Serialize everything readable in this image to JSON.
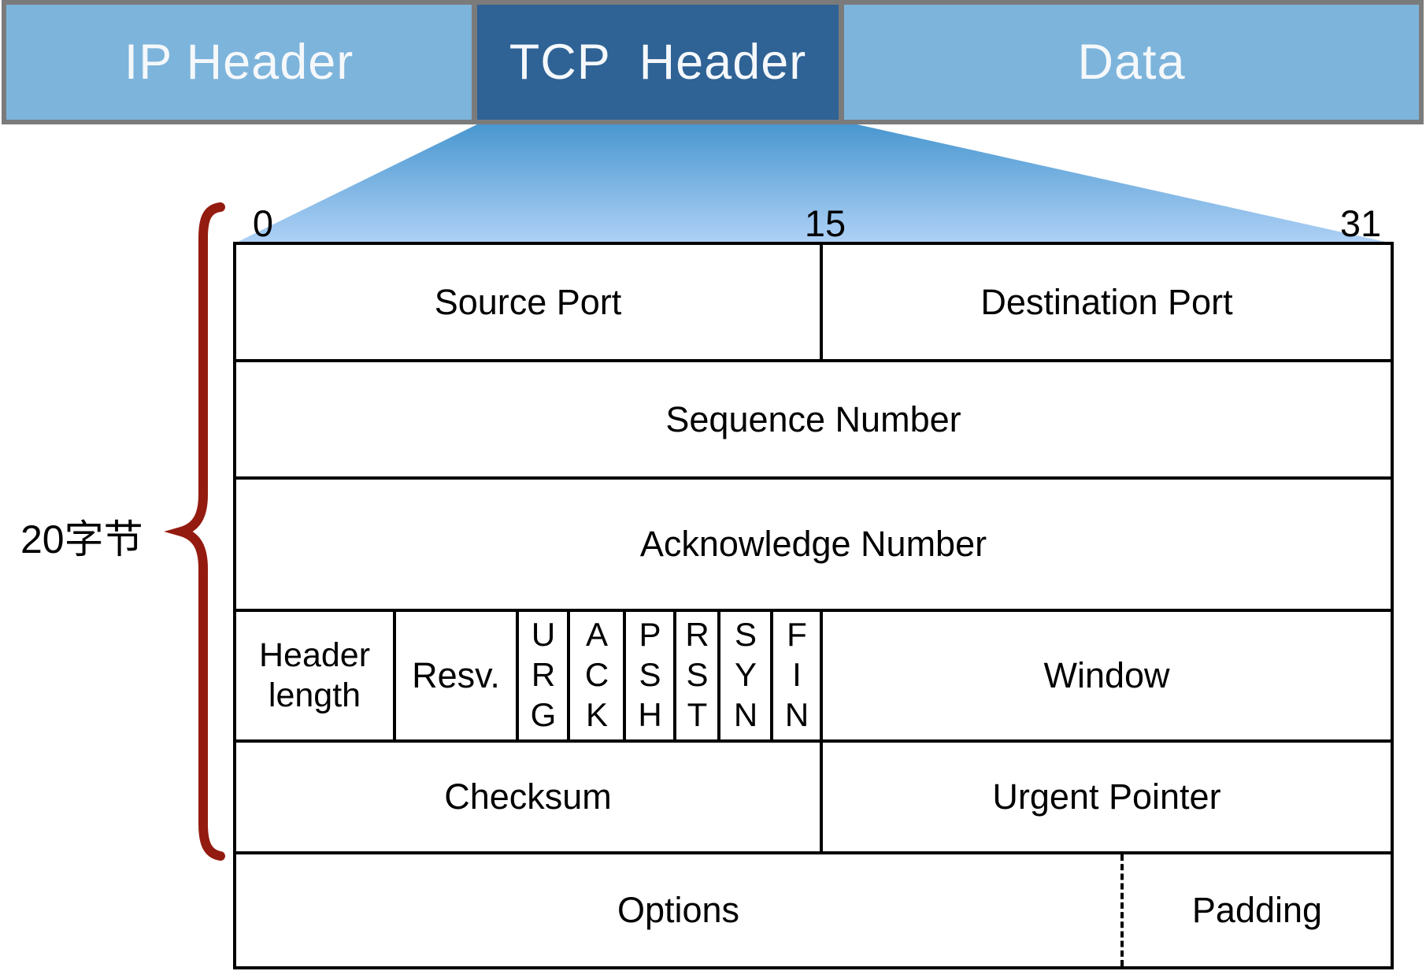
{
  "diagram_title": "TCP segment / TCP header structure",
  "top_bar": {
    "segments": [
      {
        "id": "ip-header",
        "label": "IP Header"
      },
      {
        "id": "tcp-header",
        "label": "TCP  Header"
      },
      {
        "id": "data",
        "label": "Data"
      }
    ]
  },
  "bit_ruler": {
    "start": "0",
    "middle": "15",
    "end": "31"
  },
  "byte_annotation": {
    "label": "20字节"
  },
  "table": {
    "row1": {
      "left": "Source Port",
      "right": "Destination Port"
    },
    "row2": {
      "label": "Sequence Number"
    },
    "row3": {
      "label": "Acknowledge Number"
    },
    "row4": {
      "header_length": "Header length",
      "reserved": "Resv.",
      "flags": [
        "URG",
        "ACK",
        "PSH",
        "RST",
        "SYN",
        "FIN"
      ],
      "window": "Window"
    },
    "row5": {
      "left": "Checksum",
      "right": "Urgent Pointer"
    },
    "row6": {
      "left": "Options",
      "right": "Padding"
    }
  },
  "colors": {
    "light_blue": "#7db4db",
    "dark_blue": "#2f6295",
    "border_gray": "#7b7b7b",
    "funnel_top": "#4796cf",
    "funnel_bottom": "#afd1f6",
    "brace_red": "#941b10",
    "line_black": "#000000"
  }
}
